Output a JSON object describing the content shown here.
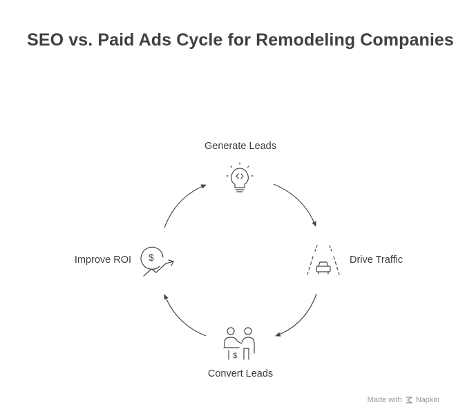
{
  "title": "SEO vs. Paid Ads Cycle for Remodeling Companies",
  "cycle": {
    "steps": [
      {
        "label": "Generate Leads",
        "icon": "lightbulb-code-icon"
      },
      {
        "label": "Drive Traffic",
        "icon": "car-road-icon"
      },
      {
        "label": "Convert Leads",
        "icon": "handshake-payment-icon"
      },
      {
        "label": "Improve ROI",
        "icon": "dollar-growth-icon"
      }
    ]
  },
  "footer": {
    "made_with": "Made with",
    "brand": "Napkin"
  },
  "colors": {
    "text": "#3c3c3c",
    "title": "#404040",
    "stroke": "#454545",
    "footer": "#9a9a9a"
  }
}
